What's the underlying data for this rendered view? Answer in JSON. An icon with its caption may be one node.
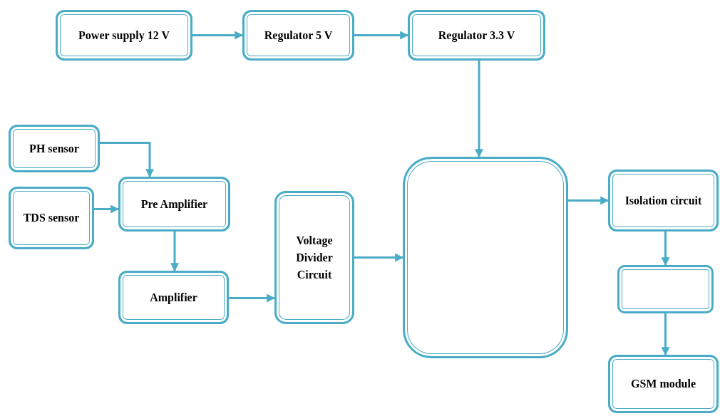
{
  "diagram": {
    "nodes": [
      {
        "text": [
          "Power supply 12 V"
        ]
      },
      {
        "text": [
          "Regulator 5 V"
        ]
      },
      {
        "text": [
          "Regulator 3.3 V"
        ]
      },
      {
        "text": [
          "PH sensor"
        ]
      },
      {
        "text": [
          "TDS sensor"
        ]
      },
      {
        "text": [
          "Pre Amplifier"
        ]
      },
      {
        "text": [
          "Amplifier"
        ]
      },
      {
        "text": [
          "Voltage Divider Circuit"
        ]
      },
      {
        "text": [],
        "shape": "box"
      },
      {
        "text": [
          "Isolation circuit"
        ]
      },
      {
        "text": [],
        "shape": "box"
      },
      {
        "text": [
          "GSM module"
        ]
      }
    ],
    "edges": [
      {
        "from": 0,
        "to": 1,
        "arrow": "to"
      },
      {
        "from": 1,
        "to": 2,
        "arrow": "to"
      },
      {
        "from": 2,
        "to": 8,
        "arrow": "to"
      },
      {
        "from": 3,
        "to": 5,
        "arrow": "to"
      },
      {
        "from": 4,
        "to": 5,
        "arrow": "to"
      },
      {
        "from": 5,
        "to": 6,
        "arrow": "to"
      },
      {
        "from": 6,
        "to": 7,
        "arrow": "to"
      },
      {
        "from": 7,
        "to": 8,
        "arrow": "to"
      },
      {
        "from": 8,
        "to": 9,
        "arrow": "to"
      },
      {
        "from": 9,
        "to": 10,
        "arrow": "to"
      },
      {
        "from": 10,
        "to": 11,
        "arrow": "to"
      }
    ]
  }
}
